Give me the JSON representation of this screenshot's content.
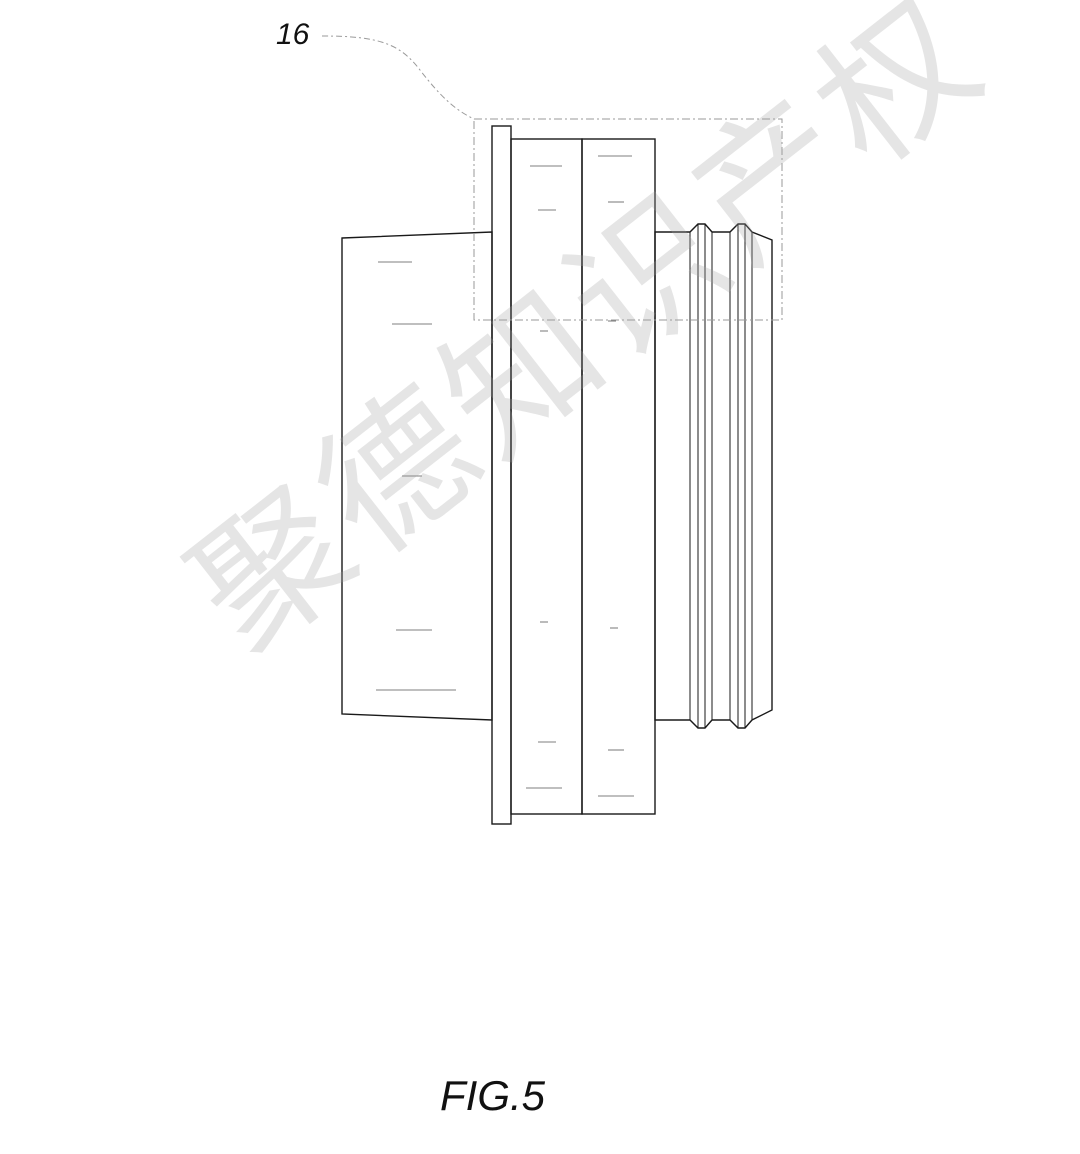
{
  "figure": {
    "caption": "FIG.5",
    "reference_numeral": "16"
  },
  "watermark": {
    "text": "聚德知识产权"
  },
  "colors": {
    "line": "#1a1a1a",
    "detail_box": "#9a9a9a",
    "watermark": "#b4b4b4"
  }
}
